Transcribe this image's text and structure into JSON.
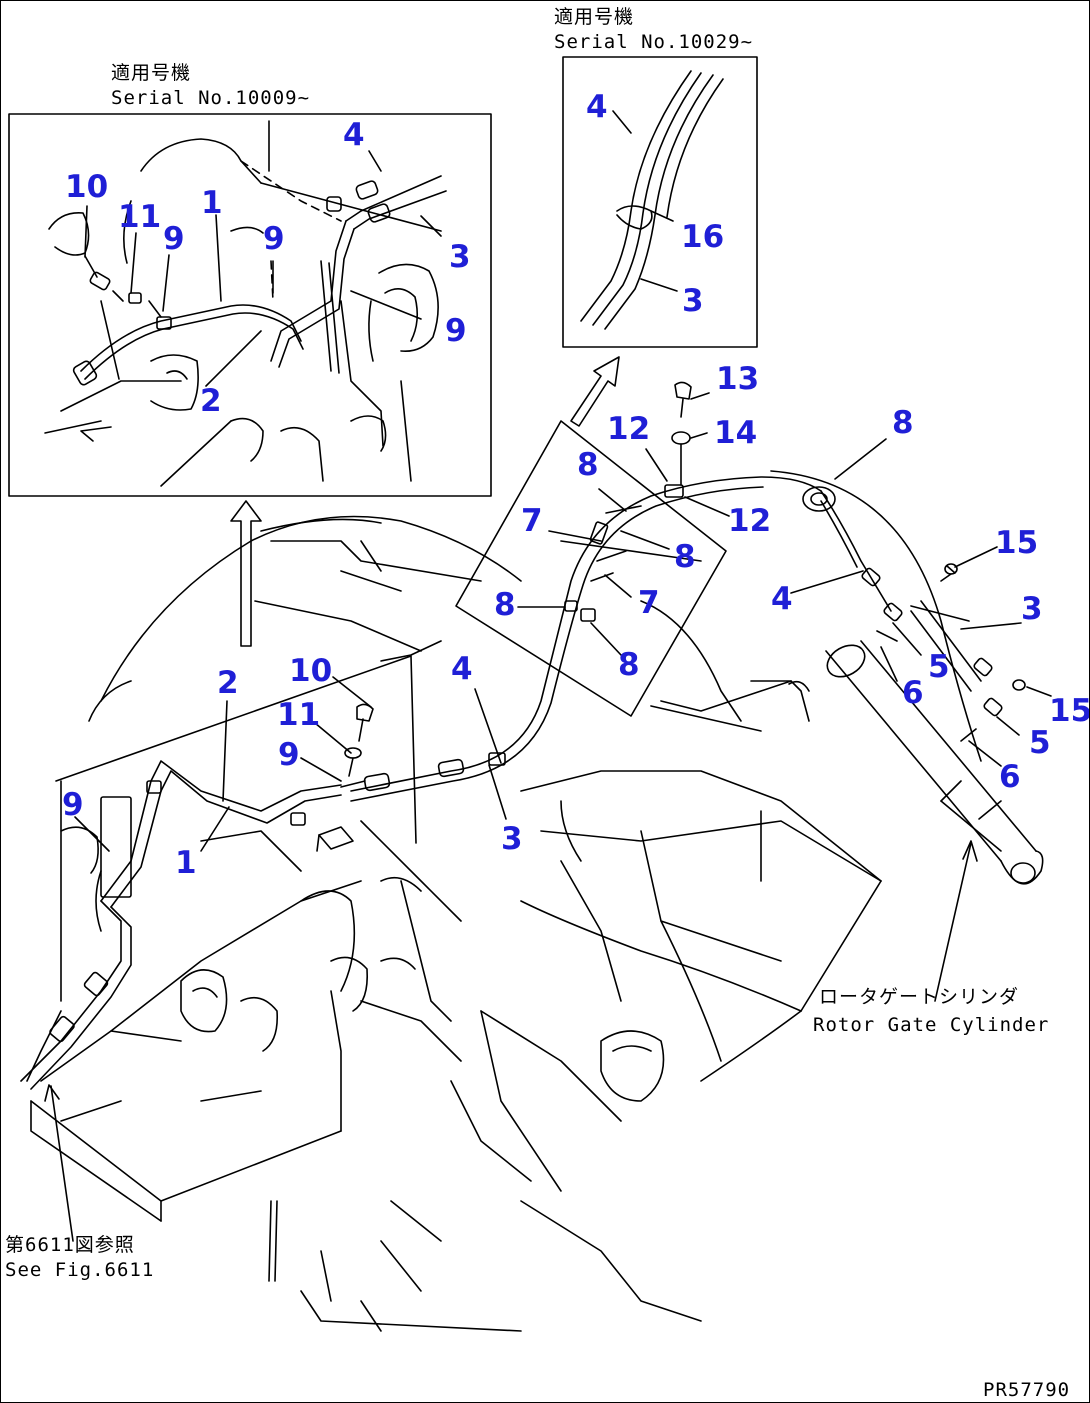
{
  "labels": {
    "left_box_jp": "適用号機",
    "left_box_serial": "Serial No.10009~",
    "top_box_jp": "適用号機",
    "top_box_serial": "Serial No.10029~",
    "cylinder_jp": "ロータゲートシリンダ",
    "cylinder_en": "Rotor Gate Cylinder",
    "see_fig_jp": "第6611図参照",
    "see_fig_en": "See Fig.6611",
    "drawing_id": "PR57790"
  },
  "callouts": {
    "lb_10": "10",
    "lb_11": "11",
    "lb_1": "1",
    "lb_9a": "9",
    "lb_9b": "9",
    "lb_4": "4",
    "lb_3": "3",
    "lb_9c": "9",
    "lb_2": "2",
    "tb_4": "4",
    "tb_16": "16",
    "tb_3": "3",
    "m_13": "13",
    "m_14": "14",
    "m_12a": "12",
    "m_8a": "8",
    "m_12b": "12",
    "m_8b": "8",
    "m_7a": "7",
    "m_8c": "8",
    "m_8d": "8",
    "m_7b": "7",
    "m_8e": "8",
    "m_15a": "15",
    "m_4a": "4",
    "m_3a": "3",
    "m_5a": "5",
    "m_6a": "6",
    "m_15b": "15",
    "m_5b": "5",
    "m_6b": "6",
    "m_2": "2",
    "m_10": "10",
    "m_11": "11",
    "m_9a": "9",
    "m_4b": "4",
    "m_9b": "9",
    "m_1": "1",
    "m_3b": "3"
  }
}
